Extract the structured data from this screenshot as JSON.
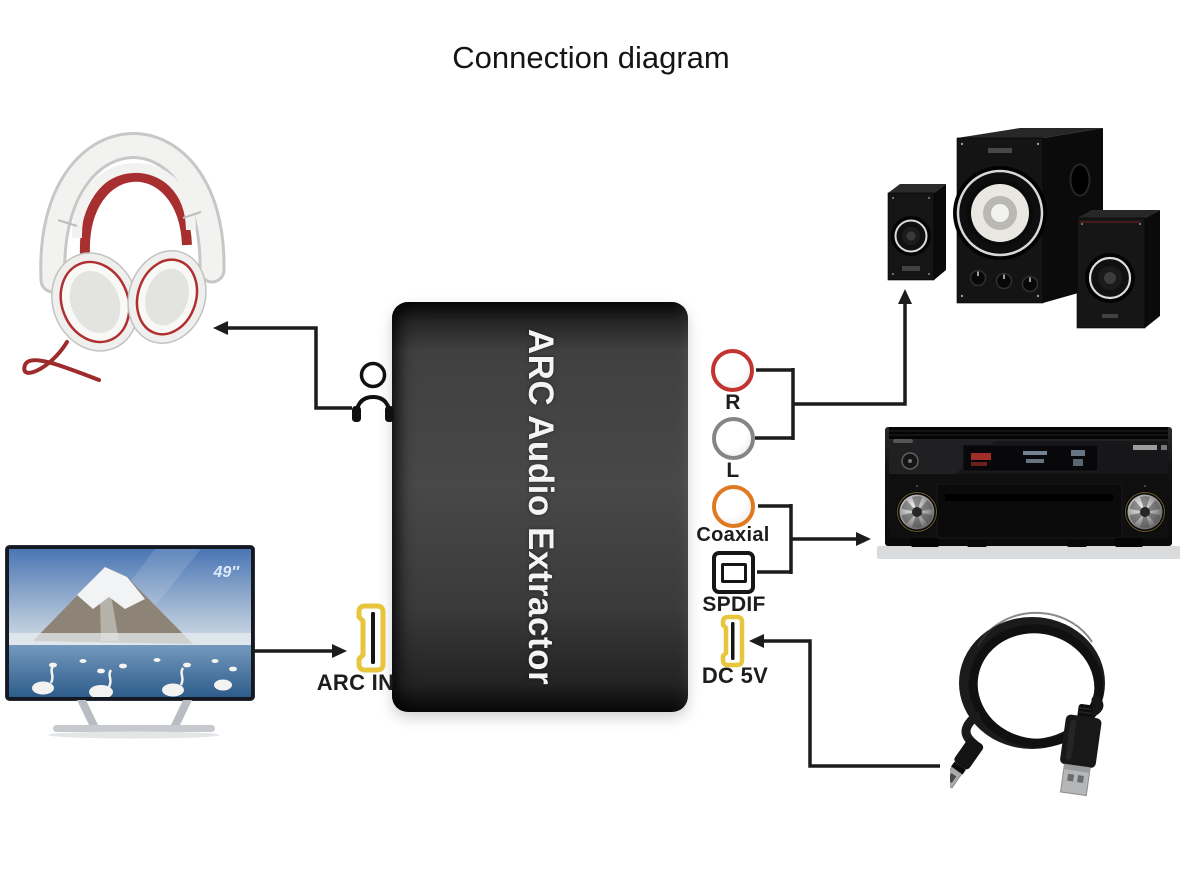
{
  "title": "Connection diagram",
  "device": {
    "label": "ARC Audio Extractor",
    "input_port": {
      "id": "arc-in",
      "label": "ARC IN",
      "type": "hdmi-arc"
    },
    "output_ports": [
      {
        "id": "audio-r",
        "label": "R",
        "type": "rca"
      },
      {
        "id": "audio-l",
        "label": "L",
        "type": "rca"
      },
      {
        "id": "coaxial",
        "label": "Coaxial",
        "type": "rca-coaxial"
      },
      {
        "id": "spdif",
        "label": "SPDIF",
        "type": "toslink"
      },
      {
        "id": "dc-5v",
        "label": "DC 5V",
        "type": "power"
      }
    ]
  },
  "peripherals": {
    "headphones": {
      "name": "headphones"
    },
    "tv": {
      "name": "tv",
      "size_badge": "49″"
    },
    "speakers": {
      "name": "2.1-speaker-system"
    },
    "av_receiver": {
      "name": "av-receiver"
    },
    "usb_cable": {
      "name": "usb-power-cable"
    }
  },
  "colors": {
    "background": "#ffffff",
    "device_body": "#3d3d3d",
    "device_text": "#f4f4f4",
    "line": "#1c1c1c",
    "rca_r_ring": "#c23430",
    "rca_l_ring": "#858585",
    "coaxial_ring": "#e07a22",
    "spdif_border": "#161616",
    "hdmi_port_yellow": "#e7c63e"
  }
}
